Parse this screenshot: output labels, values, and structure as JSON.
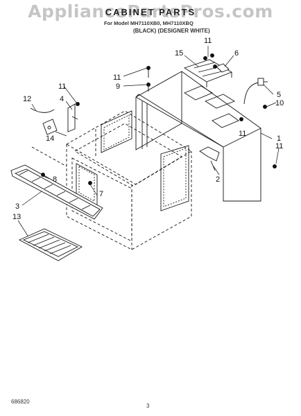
{
  "header": {
    "watermark": "AppliancePartsPros.com",
    "title": "CABINET PARTS",
    "model_line": "For Model MH7110XB0, MH7110XBQ",
    "variant_line": "(BLACK)   (DESIGNER WHITE)"
  },
  "callouts": [
    "1",
    "2",
    "3",
    "4",
    "5",
    "6",
    "7",
    "8",
    "9",
    "10",
    "11",
    "12",
    "13",
    "14",
    "15"
  ],
  "footer": {
    "figure_code": "686820",
    "page_number": "3"
  }
}
